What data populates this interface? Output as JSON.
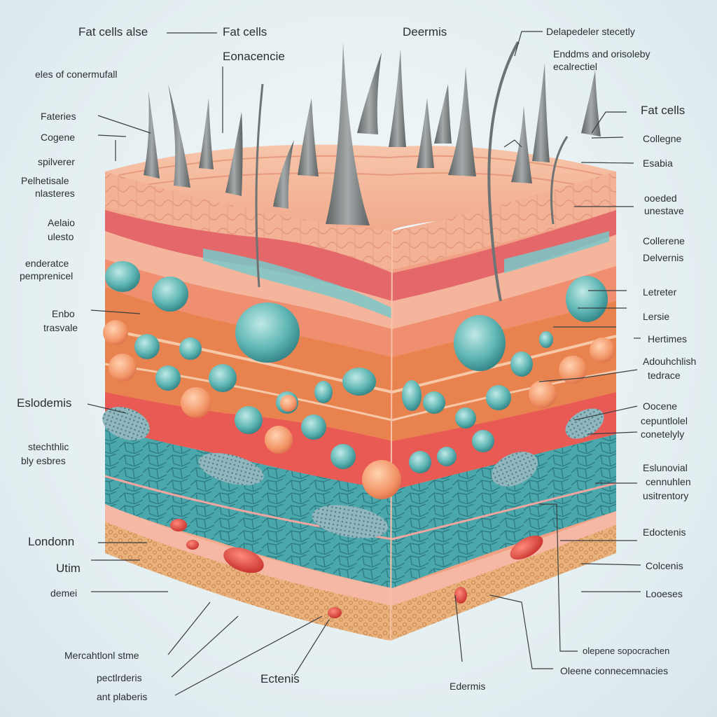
{
  "labels": {
    "top": [
      {
        "id": "fat-cells-top-a",
        "text": "Fat cells alse"
      },
      {
        "id": "fat-cells-top-b",
        "text": "Fat cells"
      },
      {
        "id": "eonacencie",
        "text": "Eonacencie"
      },
      {
        "id": "deermis",
        "text": "Deermis"
      },
      {
        "id": "delapedeler",
        "text": "Delapedeler stecetly"
      },
      {
        "id": "enddme-a",
        "text": "Enddms and orisoleby"
      },
      {
        "id": "enddme-b",
        "text": "ecalrectiel"
      }
    ],
    "left": [
      {
        "id": "eles-of",
        "text": "eles of conermufall"
      },
      {
        "id": "fateries",
        "text": "Fateries"
      },
      {
        "id": "cogene",
        "text": "Cogene"
      },
      {
        "id": "spilverer",
        "text": "spilverer"
      },
      {
        "id": "pelhe-a",
        "text": "Pelhetisale"
      },
      {
        "id": "pelhe-b",
        "text": "nlasteres"
      },
      {
        "id": "aelaio-a",
        "text": "Aelaio"
      },
      {
        "id": "aelaio-b",
        "text": "ulesto"
      },
      {
        "id": "endera-a",
        "text": "enderatce"
      },
      {
        "id": "endera-b",
        "text": "pemprenicel"
      },
      {
        "id": "enbo-a",
        "text": "Enbo"
      },
      {
        "id": "enbo-b",
        "text": "trasvale"
      },
      {
        "id": "eslodemis",
        "text": "Eslodemis"
      },
      {
        "id": "stecho-a",
        "text": "stechthlic"
      },
      {
        "id": "stecho-b",
        "text": "bly esbres"
      },
      {
        "id": "londonn",
        "text": "Londonn"
      },
      {
        "id": "utim",
        "text": "Utim"
      },
      {
        "id": "demei",
        "text": "demei"
      },
      {
        "id": "mercaht",
        "text": "Mercahtlonl stme"
      },
      {
        "id": "pectr",
        "text": "pectlrderis"
      },
      {
        "id": "ant-plab",
        "text": "ant plaberis"
      }
    ],
    "right": [
      {
        "id": "fat-cells-r",
        "text": "Fat cells"
      },
      {
        "id": "collegne",
        "text": "Collegne"
      },
      {
        "id": "esabia",
        "text": "Esabia"
      },
      {
        "id": "ooded-a",
        "text": "ooeded"
      },
      {
        "id": "ooded-b",
        "text": "unestave"
      },
      {
        "id": "collerene",
        "text": "Collerene"
      },
      {
        "id": "delvernis",
        "text": "Delvernis"
      },
      {
        "id": "letreter",
        "text": "Letreter"
      },
      {
        "id": "lersie",
        "text": "Lersie"
      },
      {
        "id": "hertimes",
        "text": "Hertimes"
      },
      {
        "id": "adouhch-a",
        "text": "Adouhchlish"
      },
      {
        "id": "adouhch-b",
        "text": "tedrace"
      },
      {
        "id": "oocene",
        "text": "Oocene"
      },
      {
        "id": "cepu-a",
        "text": "cepuntlolel"
      },
      {
        "id": "cepu-b",
        "text": "conetelyly"
      },
      {
        "id": "eslunovial-a",
        "text": "Eslunovial"
      },
      {
        "id": "eslunovial-b",
        "text": "cennuhlen"
      },
      {
        "id": "eslunovial-c",
        "text": "usitrentory"
      },
      {
        "id": "edoctenis",
        "text": "Edoctenis"
      },
      {
        "id": "colcenis",
        "text": "Colcenis"
      },
      {
        "id": "looeses",
        "text": "Looeses"
      },
      {
        "id": "olepene",
        "text": "olepene sopocrachen"
      },
      {
        "id": "oleene-conn",
        "text": "Oleene connecemnacies"
      }
    ],
    "bottom": [
      {
        "id": "ectenis",
        "text": "Ectenis"
      },
      {
        "id": "edermis",
        "text": "Edermis"
      }
    ]
  },
  "colors": {
    "epidermis_top": "#f3b79a",
    "epidermis_side": "#f2a88a",
    "dermis_red": "#e9695f",
    "teal": "#5bb3b3",
    "orange_cell": "#f2956a",
    "hypodermis": "#e6a86a",
    "hair": "#7a7f80"
  }
}
